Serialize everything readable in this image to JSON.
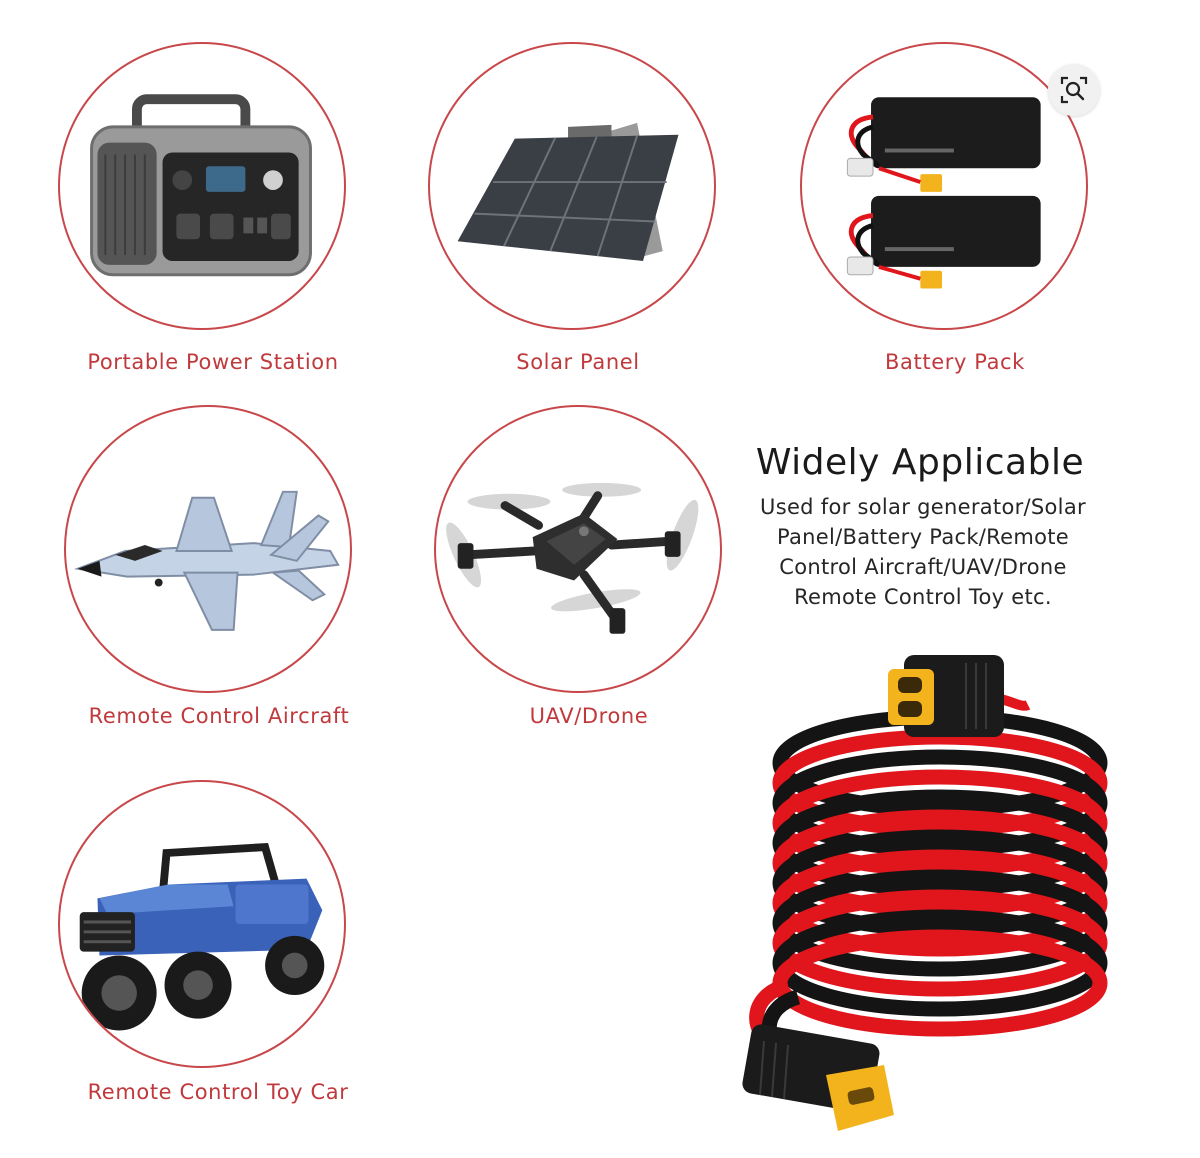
{
  "colors": {
    "accent": "#c8474a",
    "label_text": "#c0393c",
    "heading_text": "#1a1a1a",
    "cable_red": "#e0161c",
    "cable_black": "#141414",
    "connector_yellow": "#f3b31c"
  },
  "items": [
    {
      "label": "Portable Power Station",
      "icon": "power-station-icon"
    },
    {
      "label": "Solar Panel",
      "icon": "solar-panel-icon"
    },
    {
      "label": "Battery Pack",
      "icon": "battery-pack-icon"
    },
    {
      "label": "Remote Control Aircraft",
      "icon": "jet-aircraft-icon"
    },
    {
      "label": "UAV/Drone",
      "icon": "drone-icon"
    },
    {
      "label": "Remote Control Toy Car",
      "icon": "toy-car-icon"
    }
  ],
  "feature": {
    "heading": "Widely Applicable",
    "description_lines": [
      "Used for solar generator/Solar",
      "Panel/Battery Pack/Remote",
      "Control Aircraft/UAV/Drone",
      "Remote Control Toy etc."
    ]
  },
  "product": {
    "icon": "xt60-extension-cable-icon"
  },
  "controls": {
    "zoom_icon": "zoom-search-icon"
  }
}
